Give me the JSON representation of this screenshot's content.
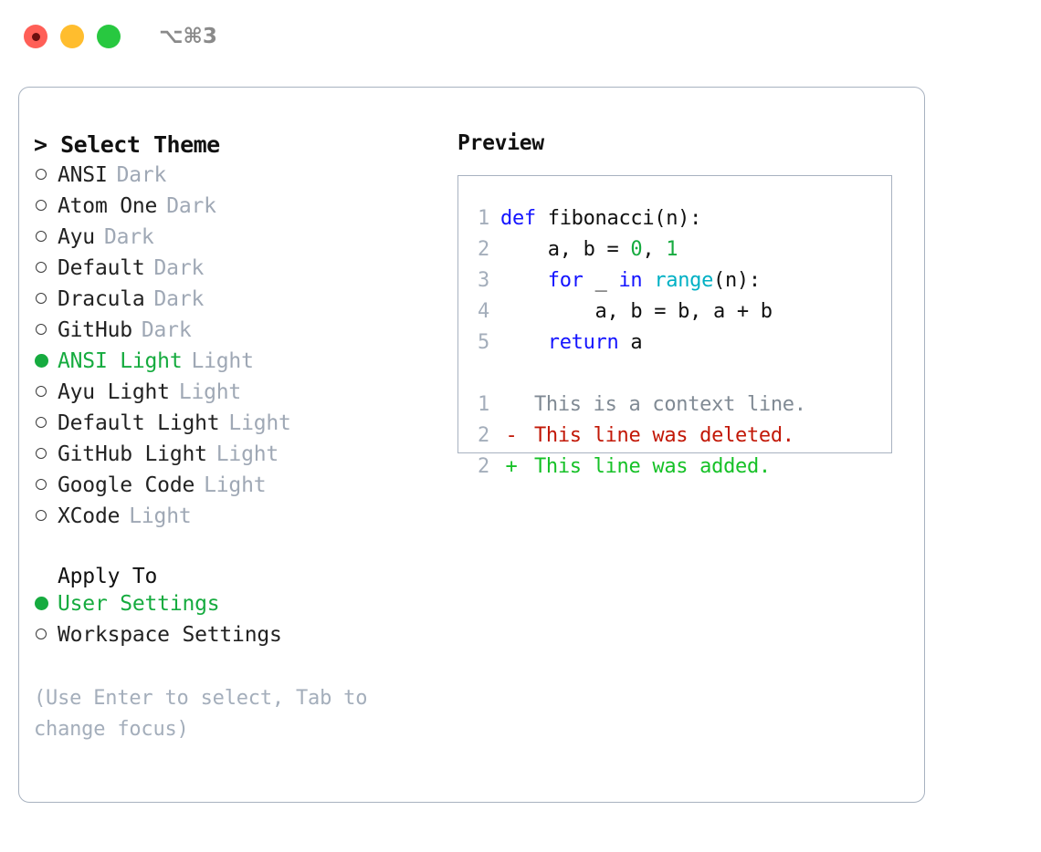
{
  "titlebar": {
    "traffic_lights": [
      {
        "name": "close-button",
        "color": "#ff5f57",
        "recording": true
      },
      {
        "name": "minimize-button",
        "color": "#ffbd2e",
        "recording": false
      },
      {
        "name": "maximize-button",
        "color": "#28c840",
        "recording": false
      }
    ],
    "shortcut": "⌥⌘3"
  },
  "theme_picker": {
    "header": "> Select Theme",
    "selected_theme": "ANSI Light",
    "items": [
      {
        "marker": "hollow",
        "label": "ANSI",
        "variant": "Dark",
        "selected": false
      },
      {
        "marker": "hollow",
        "label": "Atom One",
        "variant": "Dark",
        "selected": false
      },
      {
        "marker": "hollow",
        "label": "Ayu",
        "variant": "Dark",
        "selected": false
      },
      {
        "marker": "hollow",
        "label": "Default",
        "variant": "Dark",
        "selected": false
      },
      {
        "marker": "hollow",
        "label": "Dracula",
        "variant": "Dark",
        "selected": false
      },
      {
        "marker": "hollow",
        "label": "GitHub",
        "variant": "Dark",
        "selected": false
      },
      {
        "marker": "filled",
        "label": "ANSI Light",
        "variant": "Light",
        "selected": true
      },
      {
        "marker": "hollow",
        "label": "Ayu Light",
        "variant": "Light",
        "selected": false
      },
      {
        "marker": "hollow",
        "label": "Default Light",
        "variant": "Light",
        "selected": false
      },
      {
        "marker": "hollow",
        "label": "GitHub Light",
        "variant": "Light",
        "selected": false
      },
      {
        "marker": "hollow",
        "label": "Google Code",
        "variant": "Light",
        "selected": false
      },
      {
        "marker": "hollow",
        "label": "XCode",
        "variant": "Light",
        "selected": false
      }
    ]
  },
  "apply_to": {
    "title": "Apply To",
    "selected": "User Settings",
    "items": [
      {
        "marker": "filled",
        "label": "User Settings",
        "selected": true
      },
      {
        "marker": "hollow",
        "label": "Workspace Settings",
        "selected": false
      }
    ]
  },
  "hint": "(Use Enter to select, Tab to change focus)",
  "preview": {
    "title": "Preview",
    "code_lines": [
      {
        "number": "1",
        "tokens": [
          {
            "text": "def ",
            "kind": "kw"
          },
          {
            "text": "fibonacci(n):",
            "kind": "plain"
          }
        ]
      },
      {
        "number": "2",
        "tokens": [
          {
            "text": "    a, b = ",
            "kind": "plain"
          },
          {
            "text": "0",
            "kind": "num"
          },
          {
            "text": ", ",
            "kind": "plain"
          },
          {
            "text": "1",
            "kind": "num"
          }
        ]
      },
      {
        "number": "3",
        "tokens": [
          {
            "text": "    ",
            "kind": "plain"
          },
          {
            "text": "for",
            "kind": "kw"
          },
          {
            "text": " _ ",
            "kind": "plain"
          },
          {
            "text": "in",
            "kind": "kw"
          },
          {
            "text": " ",
            "kind": "plain"
          },
          {
            "text": "range",
            "kind": "call"
          },
          {
            "text": "(n):",
            "kind": "plain"
          }
        ]
      },
      {
        "number": "4",
        "tokens": [
          {
            "text": "        a, b = b, a + b",
            "kind": "plain"
          }
        ]
      },
      {
        "number": "5",
        "tokens": [
          {
            "text": "    ",
            "kind": "plain"
          },
          {
            "text": "return",
            "kind": "kw"
          },
          {
            "text": " a",
            "kind": "plain"
          }
        ]
      }
    ],
    "diff_lines": [
      {
        "number": "1",
        "sign": " ",
        "text": " This is a context line.",
        "kind": "ctx"
      },
      {
        "number": "2",
        "sign": "-",
        "text": " This line was deleted.",
        "kind": "del"
      },
      {
        "number": "2",
        "sign": "+",
        "text": " This line was added.",
        "kind": "add"
      }
    ]
  },
  "colors": {
    "accent_green": "#16ab3f",
    "muted": "#9fa8b5",
    "border": "#a8b2c0",
    "keyword": "#1414ff",
    "call": "#00b0c4",
    "number": "#16ab3f",
    "diff_add": "#16c127",
    "diff_del": "#c21807",
    "diff_ctx": "#808a94"
  }
}
